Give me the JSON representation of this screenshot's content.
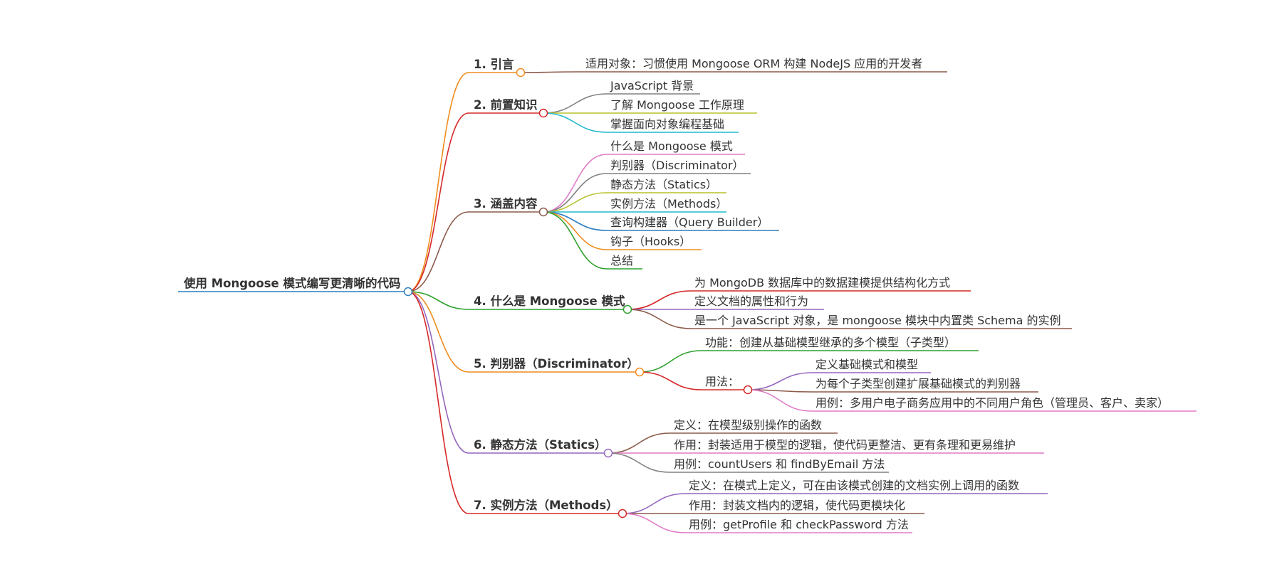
{
  "root": {
    "label": "使用 Mongoose 模式编写更清晰的代码",
    "color": "#2f7fc1"
  },
  "branches": [
    {
      "label": "1. 引言",
      "color": "#f08c1e",
      "children": [
        {
          "label": "适用对象：习惯使用 Mongoose ORM 构建 NodeJS 应用的开发者",
          "color": "#8c5a4a"
        }
      ]
    },
    {
      "label": "2. 前置知识",
      "color": "#d62828",
      "children": [
        {
          "label": "JavaScript 背景",
          "color": "#808080"
        },
        {
          "label": "了解 Mongoose 工作原理",
          "color": "#b5c22a"
        },
        {
          "label": "掌握面向对象编程基础",
          "color": "#22b8cc"
        }
      ]
    },
    {
      "label": "3. 涵盖内容",
      "color": "#8c5a4a",
      "children": [
        {
          "label": "什么是 Mongoose 模式",
          "color": "#e07ac8"
        },
        {
          "label": "判别器（Discriminator）",
          "color": "#808080"
        },
        {
          "label": "静态方法（Statics）",
          "color": "#b5c22a"
        },
        {
          "label": "实例方法（Methods）",
          "color": "#22b8cc"
        },
        {
          "label": "查询构建器（Query Builder）",
          "color": "#2f7fc1"
        },
        {
          "label": "钩子（Hooks）",
          "color": "#f08c1e"
        },
        {
          "label": "总结",
          "color": "#2ca02c"
        }
      ]
    },
    {
      "label": "4. 什么是 Mongoose 模式",
      "color": "#2ca02c",
      "children": [
        {
          "label": "为 MongoDB 数据库中的数据建模提供结构化方式",
          "color": "#d62828"
        },
        {
          "label": "定义文档的属性和行为",
          "color": "#9467bd"
        },
        {
          "label": "是一个 JavaScript 对象，是 mongoose 模块中内置类 Schema 的实例",
          "color": "#8c5a4a"
        }
      ]
    },
    {
      "label": "5. 判别器（Discriminator）",
      "color": "#f08c1e",
      "children": [
        {
          "label": "功能：创建从基础模型继承的多个模型（子类型）",
          "color": "#2ca02c"
        },
        {
          "label": "用法：",
          "color": "#d62828",
          "children": [
            {
              "label": "定义基础模式和模型",
              "color": "#9467bd"
            },
            {
              "label": "为每个子类型创建扩展基础模式的判别器",
              "color": "#8c5a4a"
            },
            {
              "label": "用例：多用户电子商务应用中的不同用户角色（管理员、客户、卖家）",
              "color": "#e07ac8"
            }
          ]
        }
      ]
    },
    {
      "label": "6. 静态方法（Statics）",
      "color": "#9467bd",
      "children": [
        {
          "label": "定义：在模型级别操作的函数",
          "color": "#8c5a4a"
        },
        {
          "label": "作用：封装适用于模型的逻辑，使代码更整洁、更有条理和更易维护",
          "color": "#e07ac8"
        },
        {
          "label": "用例：countUsers 和 findByEmail 方法",
          "color": "#808080"
        }
      ]
    },
    {
      "label": "7. 实例方法（Methods）",
      "color": "#d62828",
      "children": [
        {
          "label": "定义：在模式上定义，可在由该模式创建的文档实例上调用的函数",
          "color": "#9467bd"
        },
        {
          "label": "作用：封装文档内的逻辑，使代码更模块化",
          "color": "#8c5a4a"
        },
        {
          "label": "用例：getProfile 和 checkPassword 方法",
          "color": "#e07ac8"
        }
      ]
    }
  ]
}
